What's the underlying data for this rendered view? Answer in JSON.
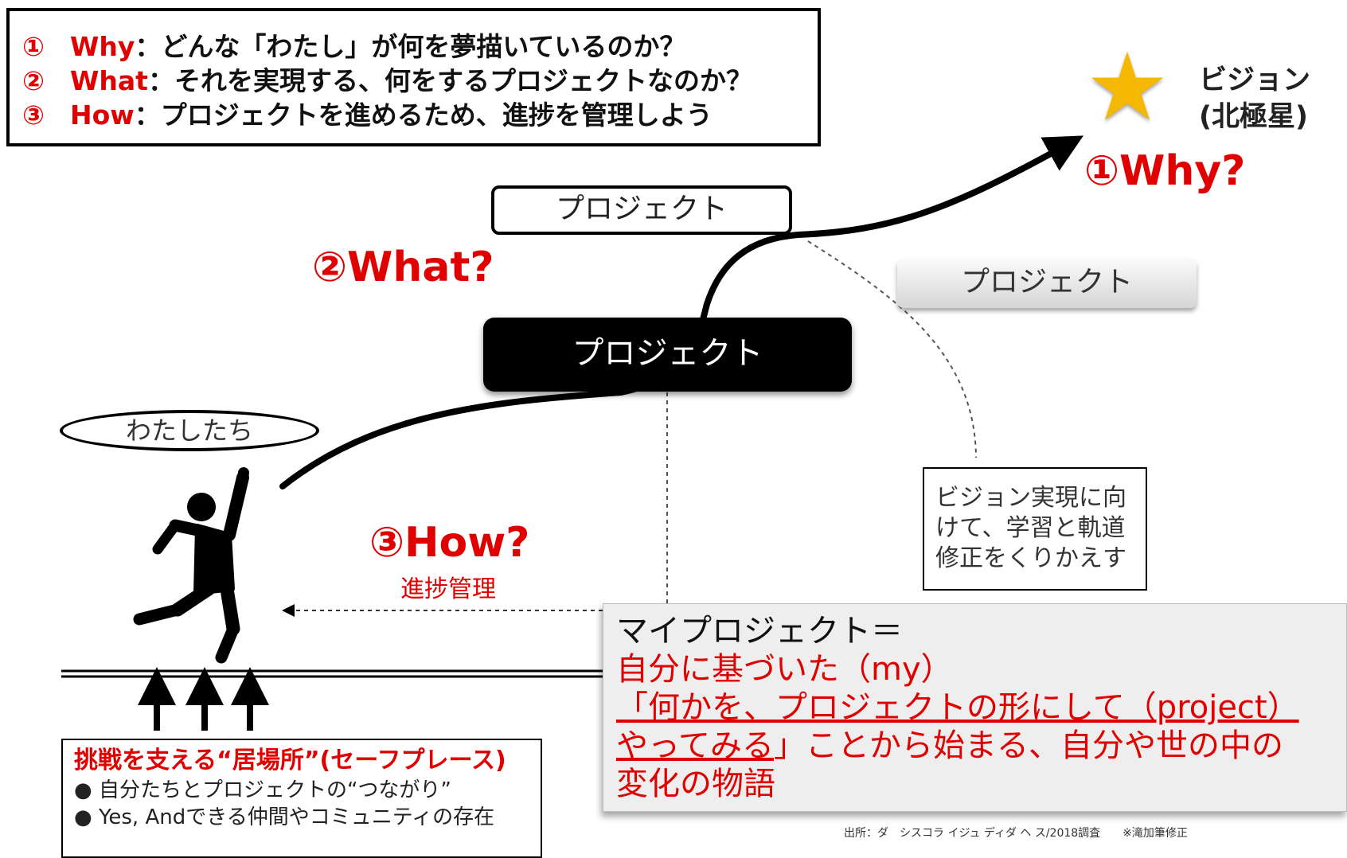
{
  "legend": {
    "rows": [
      {
        "num": "①",
        "key": "Why",
        "text": "：どんな「わたし」が何を夢描いているのか？"
      },
      {
        "num": "②",
        "key": "What",
        "text": "：それを実現する、何をするプロジェクトなのか？"
      },
      {
        "num": "③",
        "key": "How",
        "text": "：プロジェクトを進めるため、進捗を管理しよう"
      }
    ]
  },
  "vision": {
    "line1": "ビジョン",
    "line2": "(北極星)",
    "star_color": "#f5b800",
    "icon": "star-icon"
  },
  "questions": {
    "why": "①Why?",
    "what": "②What?",
    "how": "③How?",
    "how_sub": "進捗管理"
  },
  "projects": {
    "top": "プロジェクト",
    "grey": "プロジェクト",
    "black": "プロジェクト"
  },
  "watashi": "わたしたち",
  "note": {
    "line1": "ビジョン実現に向",
    "line2": "けて、学習と軌道",
    "line3": "修正をくりかえす"
  },
  "safe_place": {
    "title": "挑戦を支える“居場所”(セーフプレース)",
    "items": [
      "● 自分たちとプロジェクトの“つながり”",
      "● Yes, Andできる仲間やコミュニティの存在"
    ]
  },
  "my_project": {
    "l1": "マイプロジェクト＝",
    "l2": "自分に基づいた（my）",
    "l3": "「何かを、プロジェクトの形にして（project）",
    "l4a": "やってみる",
    "l4b": "」ことから始まる、自分や世の中の",
    "l5": "変化の物語"
  },
  "colors": {
    "accent_red": "#e00000",
    "black": "#000000",
    "grey_box": "#eeeeee"
  },
  "credit": "出所：ダ　シスコラ イジュ ディダ ヘ ス/2018調査　　※滝加筆修正"
}
